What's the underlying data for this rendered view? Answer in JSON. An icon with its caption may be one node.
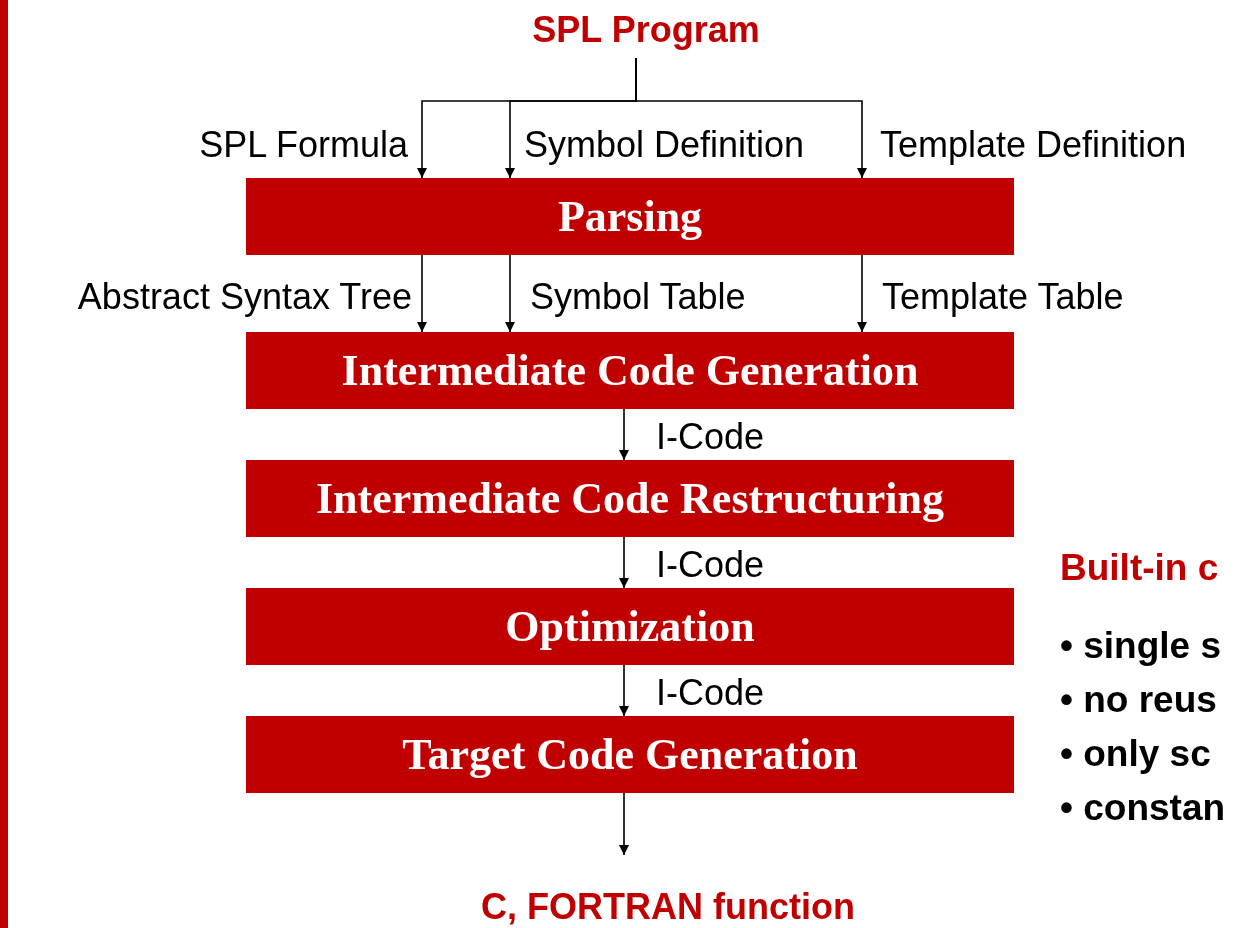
{
  "diagram": {
    "nodes": [
      {
        "text": [
          "SPL Program"
        ]
      },
      {
        "text": [
          "Parsing"
        ]
      },
      {
        "text": [
          "Intermediate Code Generation"
        ]
      },
      {
        "text": [
          "Intermediate Code Restructuring"
        ]
      },
      {
        "text": [
          "Optimization"
        ]
      },
      {
        "text": [
          "Target Code Generation"
        ]
      },
      {
        "text": [
          "C, FORTRAN function"
        ]
      }
    ],
    "edges": [
      {
        "from": 0,
        "to": 1,
        "arrow": "to",
        "label": "SPL Formula"
      },
      {
        "from": 0,
        "to": 1,
        "arrow": "to",
        "label": "Symbol Definition"
      },
      {
        "from": 0,
        "to": 1,
        "arrow": "to",
        "label": "Template Definition"
      },
      {
        "from": 1,
        "to": 2,
        "arrow": "to",
        "label": "Abstract Syntax Tree"
      },
      {
        "from": 1,
        "to": 2,
        "arrow": "to",
        "label": "Symbol Table"
      },
      {
        "from": 1,
        "to": 2,
        "arrow": "to",
        "label": "Template Table"
      },
      {
        "from": 2,
        "to": 3,
        "arrow": "to",
        "label": "I-Code"
      },
      {
        "from": 3,
        "to": 4,
        "arrow": "to",
        "label": "I-Code"
      },
      {
        "from": 4,
        "to": 5,
        "arrow": "to",
        "label": "I-Code"
      },
      {
        "from": 5,
        "to": 6,
        "arrow": "to"
      }
    ],
    "labels": [
      "Built-in c",
      "• single s",
      "• no reus",
      "• only sc",
      "• constan"
    ]
  }
}
